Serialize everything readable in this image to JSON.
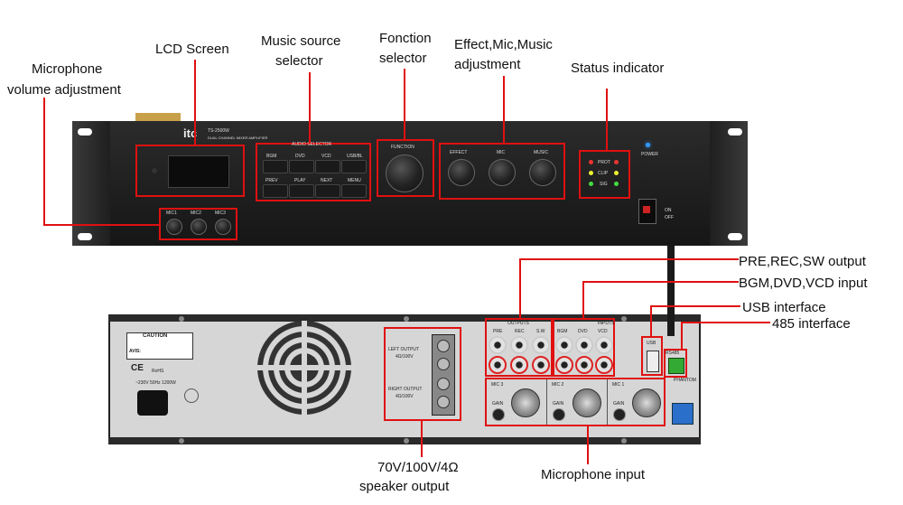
{
  "labels": {
    "lcd": "LCD Screen",
    "music_src_1": "Music source",
    "music_src_2": "selector",
    "function_1": "Fonction",
    "function_2": "selector",
    "effect_1": "Effect,Mic,Music",
    "effect_2": "adjustment",
    "status": "Status indicator",
    "mic_vol_1": "Microphone",
    "mic_vol_2": "volume adjustment",
    "pre_rec": "PRE,REC,SW output",
    "bgm_in": "BGM,DVD,VCD input",
    "usb": "USB interface",
    "rs485": "485 interface",
    "speaker_1": "70V/100V/4Ω",
    "speaker_2": "speaker output",
    "mic_in": "Microphone input"
  },
  "front_panel": {
    "brand": "itc",
    "model": "TS-2500W",
    "subtitle": "DUAL CHANNEL MIXER AMPLIFIER",
    "audio_selector": "AUDIO SELECTOR",
    "buttons_row1": [
      "BGM",
      "DVD",
      "VCD",
      "USB/BL"
    ],
    "buttons_row2": [
      "PREV",
      "PLAY",
      "NEXT",
      "MENU"
    ],
    "function_label": "FUNCTION",
    "knobs": [
      "EFFECT",
      "MIC",
      "MUSIC"
    ],
    "mic_knobs": [
      "MIC1",
      "MIC2",
      "MIC3"
    ],
    "status_leds": [
      "PROT",
      "CLIP",
      "SIG"
    ],
    "power": "POWER",
    "switch_on": "ON",
    "switch_off": "OFF"
  },
  "rear_panel": {
    "caution": "CAUTION",
    "avis": "AVIS:",
    "ce": "CE",
    "rohs": "RoHS",
    "voltage": "~230V  50Hz  1200W",
    "left_output": "LEFT OUTPUT",
    "right_output": "RIGHT OUTPUT",
    "output_spec": "4Ω/100V",
    "outputs_title": "OUTPUTS",
    "outputs": [
      "PRE",
      "REC",
      "S.W"
    ],
    "inputs_title": "INPUTS",
    "inputs": [
      "BGM",
      "DVD",
      "VCD"
    ],
    "mics": [
      "MIC 3",
      "MIC 2",
      "MIC 1"
    ],
    "gain": "GAIN",
    "usb": "USB",
    "rs485": "RS485",
    "phantom": "PHANTOM"
  },
  "colors": {
    "highlight": "#e01010",
    "chassis": "#1c1c1c",
    "rear": "#d6d6d6"
  }
}
